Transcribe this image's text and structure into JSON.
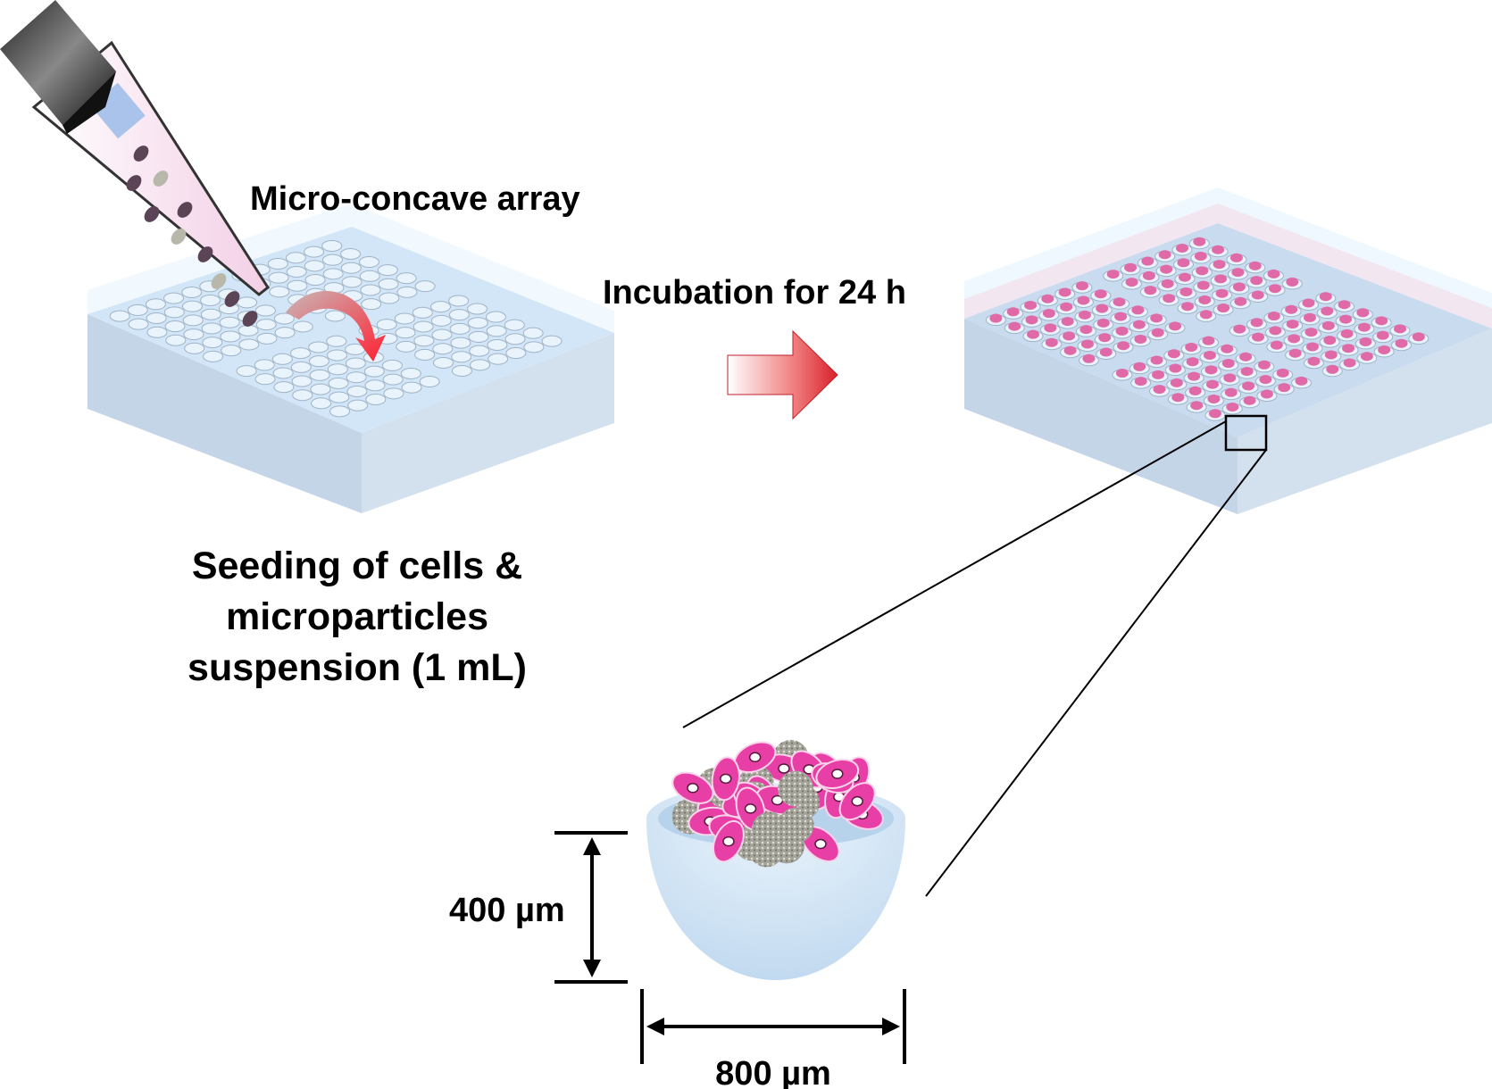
{
  "labels": {
    "array": "Micro-concave  array",
    "incubation": "Incubation  for 24 h",
    "seeding_line1": "Seeding of cells &",
    "seeding_line2": "microparticles",
    "seeding_line3": "suspension (1 mL)",
    "height": "400 µm",
    "width": "800 µm"
  },
  "colors": {
    "slab_top": "#cfe3f5",
    "slab_side": "#bfd0e3",
    "media": "#e8f4fd",
    "cell": "#e83fa6",
    "microparticle": "#a9a9a0",
    "arrow": "#e0333c"
  }
}
